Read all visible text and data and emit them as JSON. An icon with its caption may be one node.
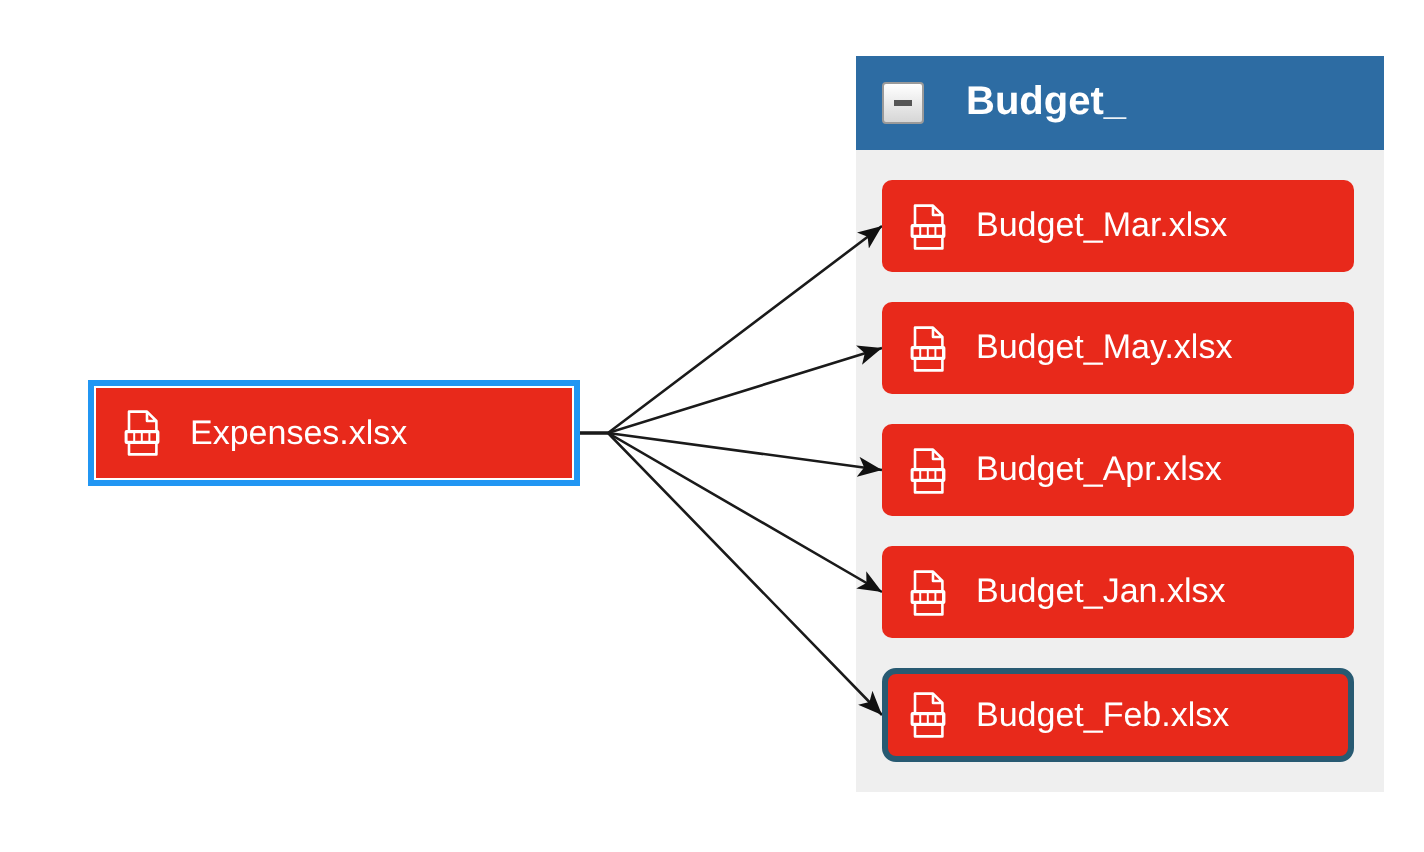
{
  "diagram": {
    "nodes": [
      {
        "text": [
          "Expenses.xlsx"
        ]
      },
      {
        "text": [
          "Budget_"
        ]
      },
      {
        "text": [
          "Budget_Mar.xlsx"
        ],
        "in": 1
      },
      {
        "text": [
          "Budget_May.xlsx"
        ],
        "in": 1
      },
      {
        "text": [
          "Budget_Apr.xlsx"
        ],
        "in": 1
      },
      {
        "text": [
          "Budget_Jan.xlsx"
        ],
        "in": 1
      },
      {
        "text": [
          "Budget_Feb.xlsx"
        ],
        "in": 1
      }
    ],
    "edges": [
      {
        "from": 0,
        "to": 2,
        "arrow": "to"
      },
      {
        "from": 0,
        "to": 3,
        "arrow": "to"
      },
      {
        "from": 0,
        "to": 4,
        "arrow": "to"
      },
      {
        "from": 0,
        "to": 5,
        "arrow": "to"
      },
      {
        "from": 0,
        "to": 6,
        "arrow": "to"
      }
    ]
  }
}
